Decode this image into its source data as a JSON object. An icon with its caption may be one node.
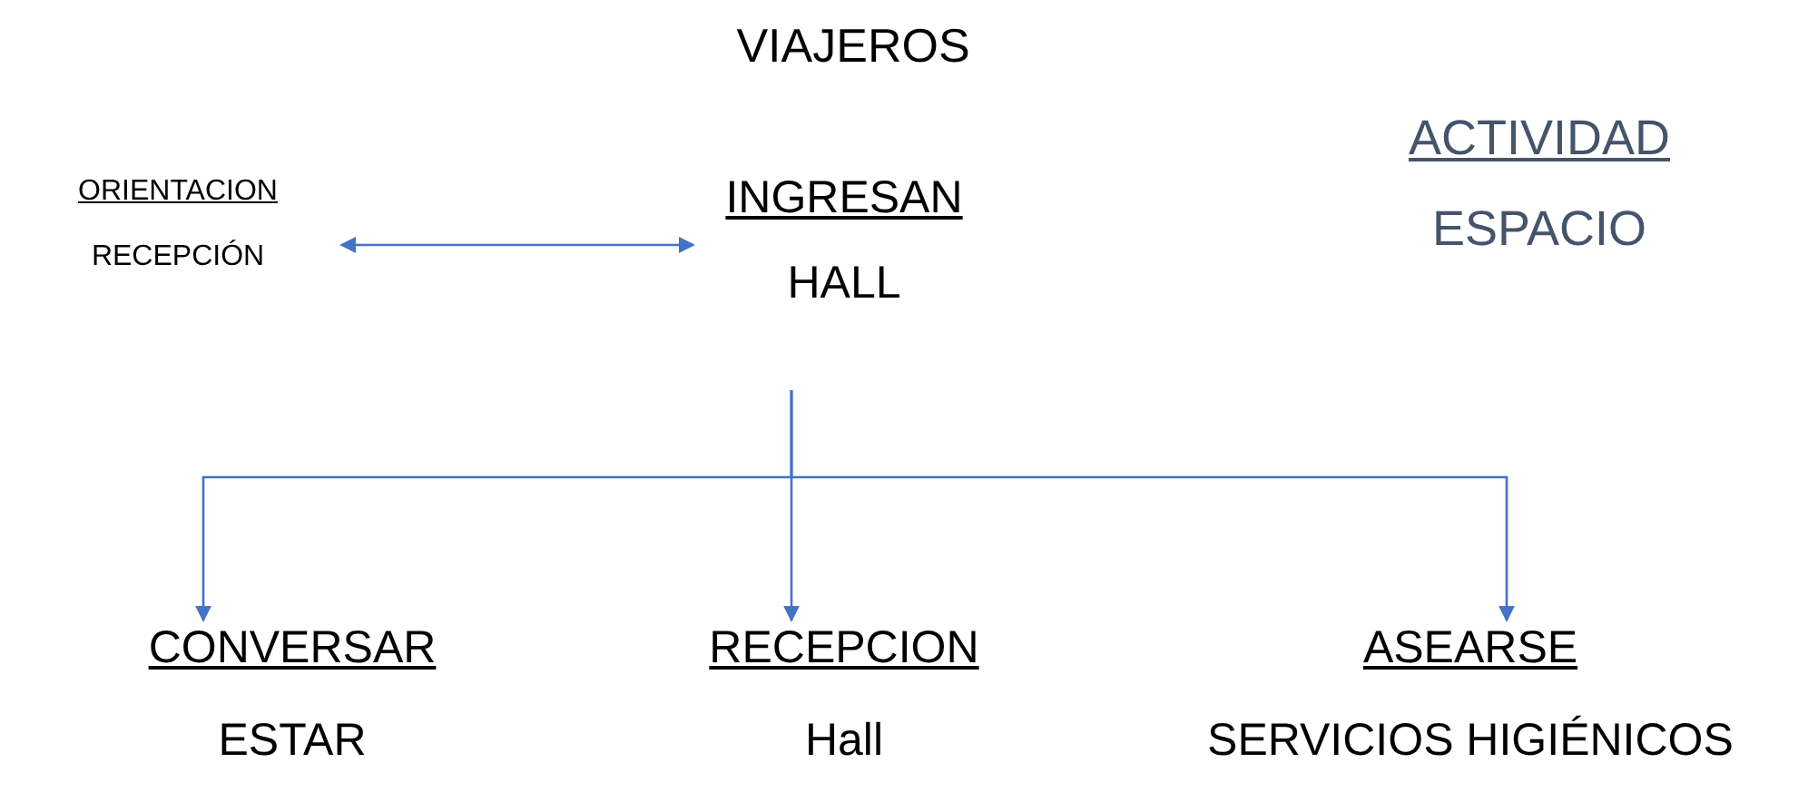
{
  "diagram": {
    "title": "VIAJEROS",
    "nodes": [
      {
        "text": [
          "ORIENTACION",
          "RECEPCIÓN"
        ]
      },
      {
        "text": [
          "INGRESAN",
          "HALL"
        ]
      },
      {
        "text": [
          "CONVERSAR",
          "ESTAR"
        ]
      },
      {
        "text": [
          "RECEPCION",
          "Hall"
        ]
      },
      {
        "text": [
          "ASEARSE",
          "SERVICIOS HIGIÉNICOS"
        ]
      }
    ],
    "edges": [
      {
        "from": 0,
        "to": 1,
        "arrow": "both"
      },
      {
        "from": 1,
        "to": 2,
        "arrow": "to"
      },
      {
        "from": 1,
        "to": 3,
        "arrow": "to"
      },
      {
        "from": 1,
        "to": 4,
        "arrow": "to"
      }
    ],
    "labels": [
      "ACTIVIDAD",
      "ESPACIO"
    ]
  }
}
